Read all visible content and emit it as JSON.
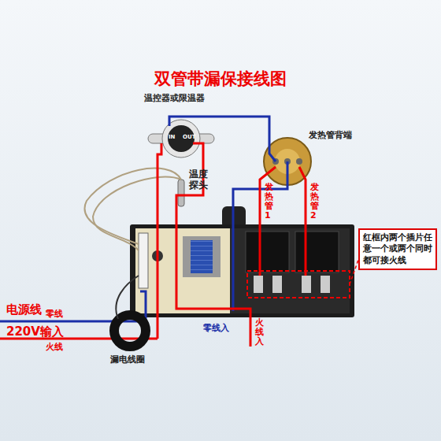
{
  "diagram": {
    "title": "双管带漏保接线图",
    "nodes": [
      {
        "text": [
          "红框内两个插片任意一个或两个同时都可接火线"
        ]
      }
    ],
    "labels": [
      "温控器或限温器",
      "IN",
      "OUT",
      "发热管背端",
      "温度探头",
      "发热管1",
      "发热管2",
      "零线入",
      "火线入",
      "电源线",
      "220V输入",
      "零线",
      "火线",
      "漏电线圈"
    ]
  }
}
